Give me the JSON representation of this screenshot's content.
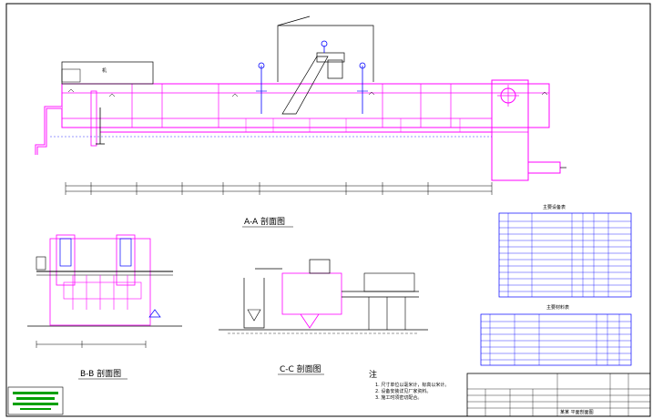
{
  "sections": {
    "aa": {
      "label": "A-A 剖面图"
    },
    "bb": {
      "label": "B-B 剖面图"
    },
    "cc": {
      "label": "C-C 剖面图"
    }
  },
  "tables": {
    "equipment_title": "主要设备表",
    "materials_title": "主要材料表"
  },
  "notes": {
    "heading": "注",
    "items": [
      "1. 尺寸单位以毫米计，标高以米计。",
      "2. 设备安装详见厂家资料。",
      "3. 施工时须密切配合。"
    ]
  },
  "titleblock": {
    "drawing_name": "某某 平面剖面图"
  },
  "colors": {
    "magenta": "#ff00ff",
    "blue": "#0000ff",
    "black": "#000000",
    "green": "#00a000"
  }
}
